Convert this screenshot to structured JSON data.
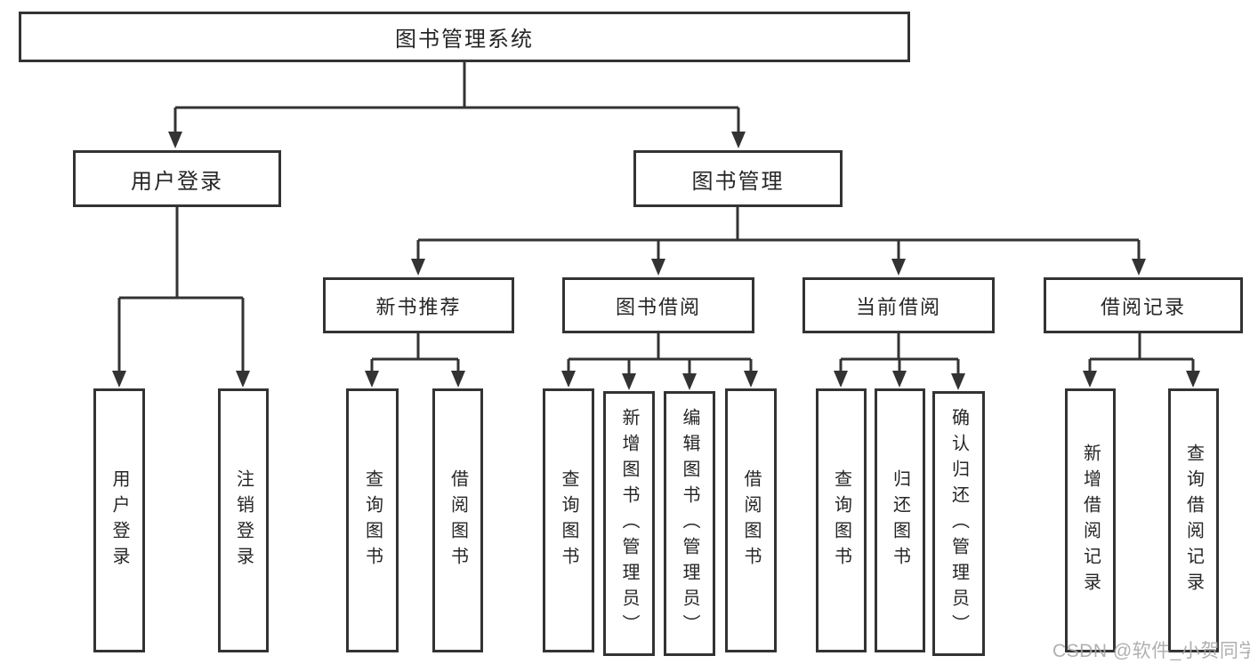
{
  "tree": {
    "label": "图书管理系统",
    "children": [
      {
        "label": "用户登录",
        "children": [
          {
            "label": "用户登录"
          },
          {
            "label": "注销登录"
          }
        ]
      },
      {
        "label": "图书管理",
        "children": [
          {
            "label": "新书推荐",
            "children": [
              {
                "label": "查询图书"
              },
              {
                "label": "借阅图书"
              }
            ]
          },
          {
            "label": "图书借阅",
            "children": [
              {
                "label": "查询图书"
              },
              {
                "label": "新增图书（管理员）"
              },
              {
                "label": "编辑图书（管理员）"
              },
              {
                "label": "借阅图书"
              }
            ]
          },
          {
            "label": "当前借阅",
            "children": [
              {
                "label": "查询图书"
              },
              {
                "label": "归还图书"
              },
              {
                "label": "确认归还（管理员）"
              }
            ]
          },
          {
            "label": "借阅记录",
            "children": [
              {
                "label": "新增借阅记录"
              },
              {
                "label": "查询借阅记录"
              }
            ]
          }
        ]
      }
    ]
  },
  "watermark": {
    "text": "CSDN @软件_小贺同学"
  },
  "colors": {
    "line": "#333333",
    "text": "#262626",
    "watermark": "#a8a8a8",
    "bg": "#ffffff"
  }
}
